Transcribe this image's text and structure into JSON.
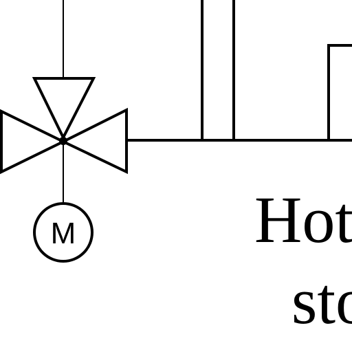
{
  "diagram": {
    "motor_symbol_letter": "M",
    "label_line_1": "Hot",
    "label_line_2": "sto",
    "colors": {
      "line": "#000000",
      "background": "#ffffff"
    },
    "icons": {
      "valve": "three-way-valve-icon",
      "motor": "motor-actuator-icon"
    }
  }
}
